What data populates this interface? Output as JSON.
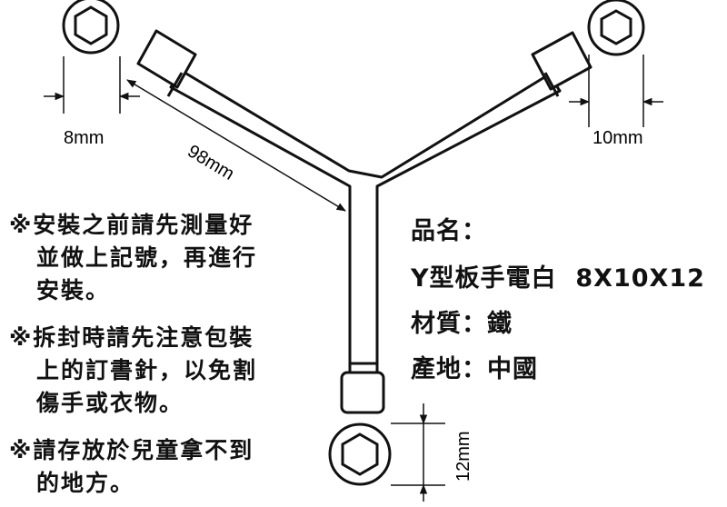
{
  "dimensions": {
    "left_socket": "8mm",
    "right_socket": "10mm",
    "bottom_socket": "12mm",
    "arm_length": "98mm"
  },
  "notes": [
    {
      "lines": [
        "※安裝之前請先測量好",
        "並做上記號，再進行",
        "安裝。"
      ]
    },
    {
      "lines": [
        "※拆封時請先注意包裝",
        "上的訂書針，以免割",
        "傷手或衣物。"
      ]
    },
    {
      "lines": [
        "※請存放於兒童拿不到",
        "的地方。"
      ]
    }
  ],
  "product": {
    "name_label": "品名：",
    "name_value": "Y型板手電白  8X10X12",
    "material": "材質：鐵",
    "origin": "產地：中國"
  },
  "colors": {
    "line": "#111111",
    "background": "#ffffff"
  }
}
